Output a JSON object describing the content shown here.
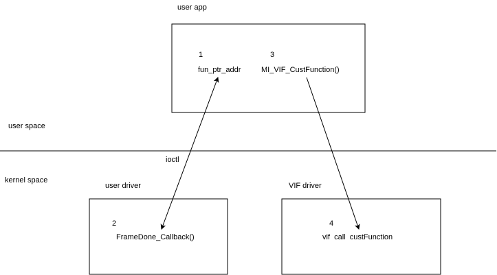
{
  "labels": {
    "user_app": "user app",
    "user_space": "user space",
    "kernel_space": "kernel space",
    "ioctl": "ioctl",
    "user_driver": "user driver",
    "vif_driver": "VIF driver"
  },
  "user_app_box": {
    "step1_number": "1",
    "step1_text": "fun_ptr_addr",
    "step3_number": "3",
    "step3_text": "MI_VIF_CustFunction()"
  },
  "user_driver_box": {
    "step2_number": "2",
    "step2_text": "FrameDone_Callback()"
  },
  "vif_driver_box": {
    "step4_number": "4",
    "step4_text": "vif  call  custFunction"
  },
  "colors": {
    "stroke": "#000000",
    "background": "#ffffff"
  }
}
